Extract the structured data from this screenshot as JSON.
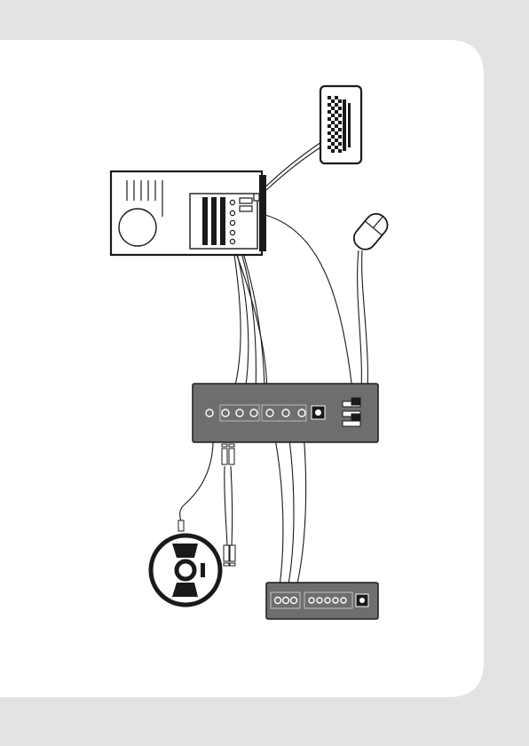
{
  "page": {
    "background_color": "#e3e3e3",
    "panel_color": "#ffffff",
    "device_gray": "#6e6e6e",
    "line_color": "#1a1a1a"
  },
  "components": [
    {
      "id": "computer",
      "icon": "computer-tower-icon",
      "interactable": false
    },
    {
      "id": "monitor",
      "icon": "vga-monitor-connector-icon",
      "interactable": false
    },
    {
      "id": "mouse",
      "icon": "mouse-icon",
      "interactable": false
    },
    {
      "id": "switch-box",
      "icon": "av-switch-box-icon",
      "interactable": false
    },
    {
      "id": "cd-player",
      "icon": "cd-disc-icon",
      "interactable": false
    },
    {
      "id": "audio-box",
      "icon": "audio-output-box-icon",
      "interactable": false
    }
  ]
}
